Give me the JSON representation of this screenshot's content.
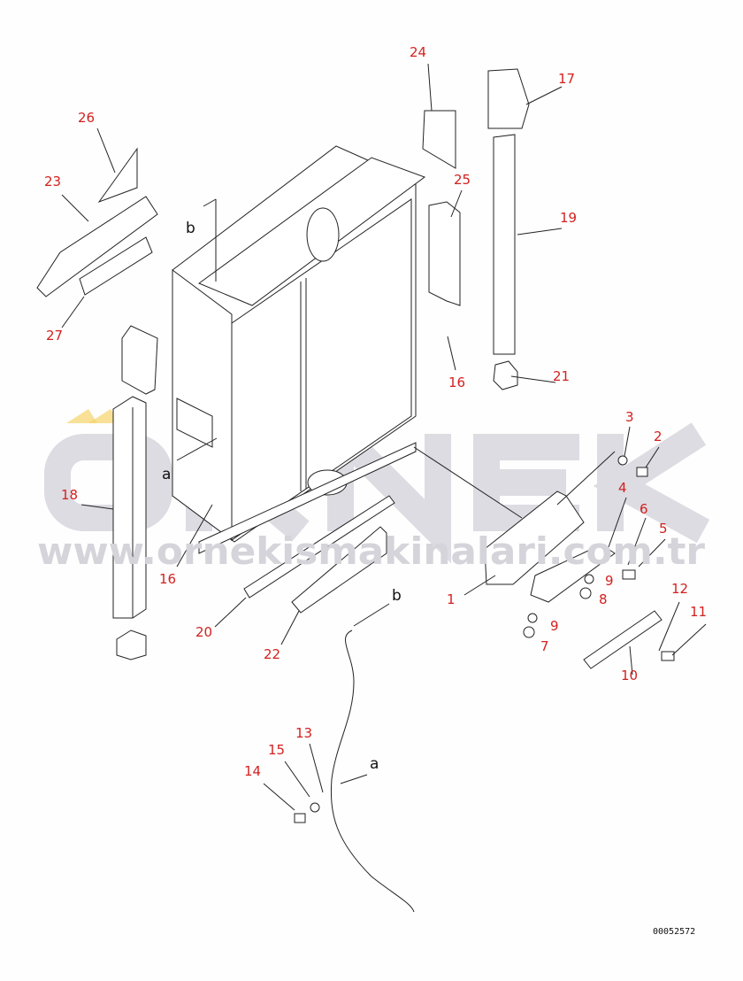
{
  "watermark": {
    "logo_text": "ÖRNEK",
    "url": "www.ornekismakinalari.com.tr",
    "color": "#b9b9c2",
    "accent": "#f5d36a"
  },
  "drawing_number": "00052572",
  "callouts": [
    "26",
    "23",
    "27",
    "24",
    "17",
    "25",
    "19",
    "16",
    "21",
    "3",
    "2",
    "4",
    "6",
    "5",
    "9",
    "8",
    "9",
    "7",
    "1",
    "12",
    "11",
    "10",
    "18",
    "16",
    "20",
    "22",
    "13",
    "15",
    "14"
  ],
  "references": [
    "a",
    "b",
    "b",
    "a"
  ],
  "label_color": "#d42020"
}
